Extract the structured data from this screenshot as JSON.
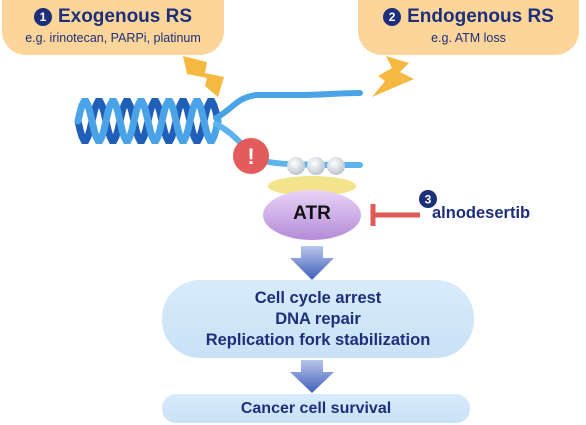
{
  "exogenous": {
    "number": "1",
    "title": "Exogenous RS",
    "subtitle": "e.g. irinotecan, PARPi, platinum"
  },
  "endogenous": {
    "number": "2",
    "title": "Endogenous RS",
    "subtitle": "e.g. ATM loss"
  },
  "alert_symbol": "!",
  "kinase": {
    "label": "ATR"
  },
  "inhibitor": {
    "number": "3",
    "label": "alnodesertib"
  },
  "outcomes": {
    "lines": [
      "Cell cycle arrest",
      "DNA repair",
      "Replication fork stabilization"
    ],
    "final": "Cancer cell survival"
  },
  "colors": {
    "navy": "#1d2f7a",
    "bubble": "#fbd59a",
    "inhibit": "#e05a5a",
    "dna": "#2f7fd6",
    "atr": "#c9a6e6"
  }
}
